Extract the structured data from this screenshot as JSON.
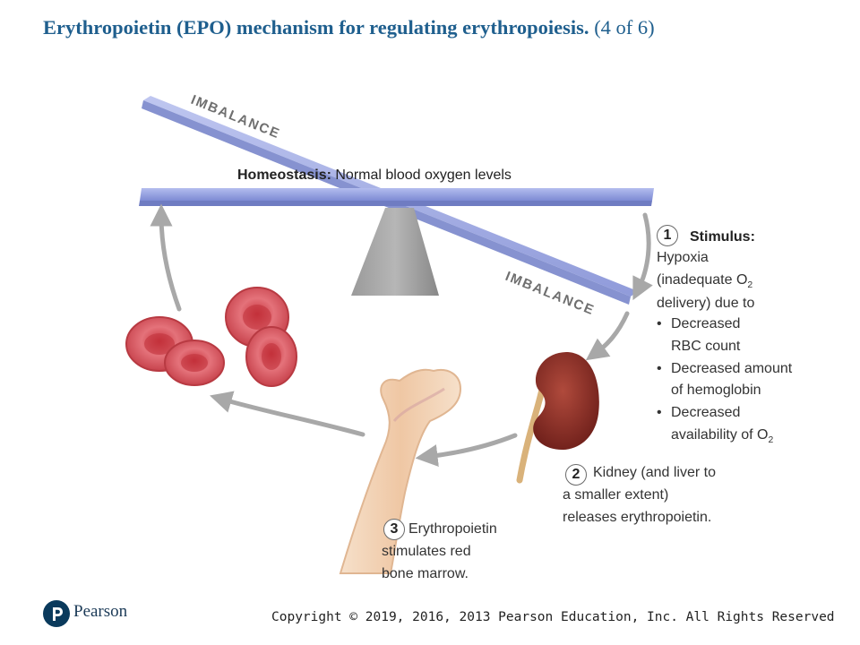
{
  "title": {
    "main": "Erythropoietin (EPO) mechanism for regulating erythropoiesis.",
    "part": "(4 of 6)"
  },
  "homeostasis": {
    "label": "Homeostasis:",
    "text": "Normal blood oxygen levels"
  },
  "imbalance_labels": [
    "IMBALANCE",
    "IMBALANCE"
  ],
  "steps": {
    "one": {
      "number": "1",
      "heading": "Stimulus:",
      "lines": [
        "Hypoxia",
        "(inadequate O",
        "delivery) due to"
      ],
      "subscript": "2",
      "bullets": [
        [
          "Decreased",
          "RBC count"
        ],
        [
          "Decreased amount",
          "of hemoglobin"
        ],
        [
          "Decreased",
          "availability of O"
        ]
      ],
      "bullet_subscript": "2"
    },
    "two": {
      "number": "2",
      "lines": [
        "Kidney (and liver to",
        "a smaller extent)",
        "releases erythropoietin."
      ]
    },
    "three": {
      "number": "3",
      "lines": [
        "Erythropoietin",
        "stimulates red",
        "bone marrow."
      ]
    }
  },
  "footer": {
    "brand": "Pearson",
    "copyright": "Copyright © 2019, 2016, 2013 Pearson Education, Inc. All Rights Reserved"
  },
  "colors": {
    "title": "#1f5f8e",
    "beam": "#8a97dc",
    "arrow": "#a8a8a8",
    "rbc": "#d9545c",
    "kidney": "#8c2b24",
    "bone": "#f1d3b8"
  },
  "icons": [
    "pearson-logo-icon",
    "seesaw-fulcrum",
    "red-blood-cells",
    "kidney",
    "bone"
  ]
}
